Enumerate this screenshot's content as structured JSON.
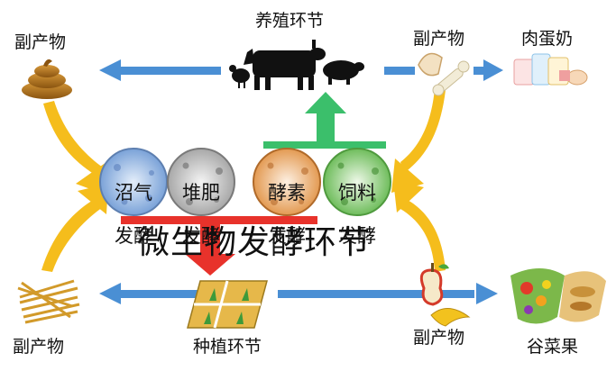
{
  "diagram": {
    "title": "微生物发酵环节",
    "stages": {
      "breeding": "养殖环节",
      "planting": "种植环节"
    },
    "labels": {
      "byproduct_top_left": "副产物",
      "byproduct_top_right": "副产物",
      "byproduct_bottom_left": "副产物",
      "byproduct_bottom_right": "副产物",
      "products_top": "肉蛋奶",
      "products_bottom": "谷菜果"
    },
    "fermentations": [
      {
        "line1": "沼气",
        "line2": "发酵",
        "color": "#7aa2d8"
      },
      {
        "line1": "堆肥",
        "line2": "发酵",
        "color": "#b8b8b8"
      },
      {
        "line1": "酵素",
        "line2": "发酵",
        "color": "#e7a05c"
      },
      {
        "line1": "饲料",
        "line2": "发酵",
        "color": "#7cc46a"
      }
    ],
    "colors": {
      "blue_arrow": "#4a8fd4",
      "yellow_arrow": "#f5bd1c",
      "green_arrow": "#3bbf6b",
      "red_arrow": "#e8322b"
    }
  }
}
